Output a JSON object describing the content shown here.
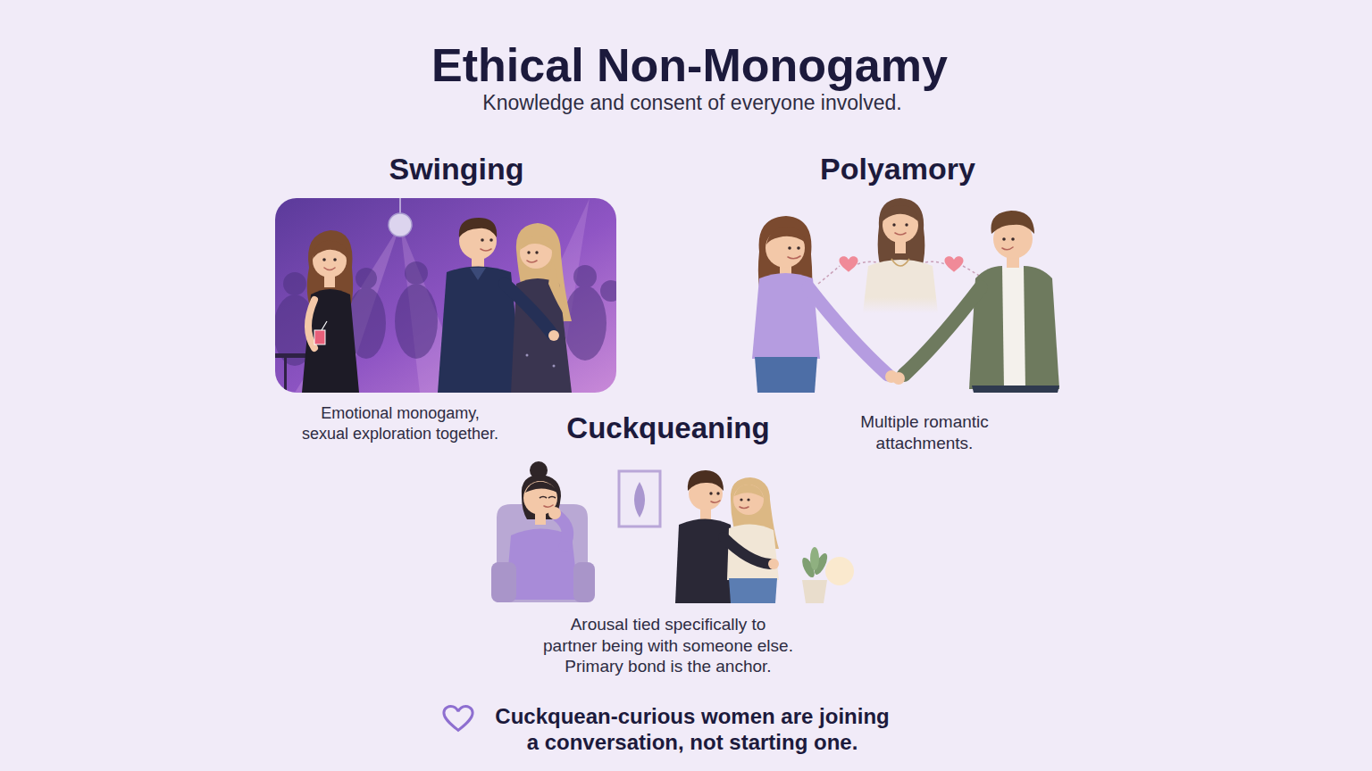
{
  "diagram": {
    "nodes": [
      {
        "text": [
          "Ethical Non-Monogamy",
          "Knowledge and consent of everyone involved.",
          "Cuckquean-curious women are joining a conversation, not starting one."
        ]
      },
      {
        "text": [
          "Swinging",
          "Emotional monogamy, sexual exploration together."
        ],
        "in": 0
      },
      {
        "text": [
          "Polyamory",
          "Multiple romantic attachments."
        ],
        "in": 0
      },
      {
        "text": [
          "Cuckqueaning",
          "Arousal tied specifically to partner being with someone else. Primary bond is the anchor."
        ],
        "in": 0
      }
    ]
  }
}
